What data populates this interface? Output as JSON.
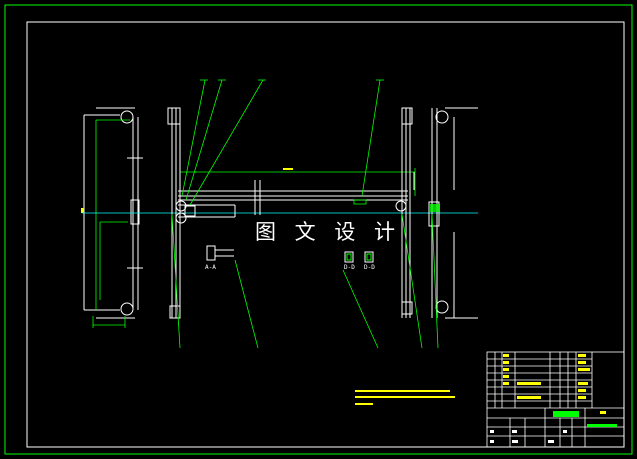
{
  "drawing": {
    "watermark": "图 文 设 计",
    "section_labels": {
      "a": "A-A",
      "d1": "D-D",
      "d2": "D-D"
    },
    "colors": {
      "background": "#000000",
      "frame": "#ffffff",
      "outline": "#ffffff",
      "dimension": "#00ff00",
      "leader": "#00ff00",
      "note": "#ffff00",
      "highlight": "#00ff00"
    }
  }
}
